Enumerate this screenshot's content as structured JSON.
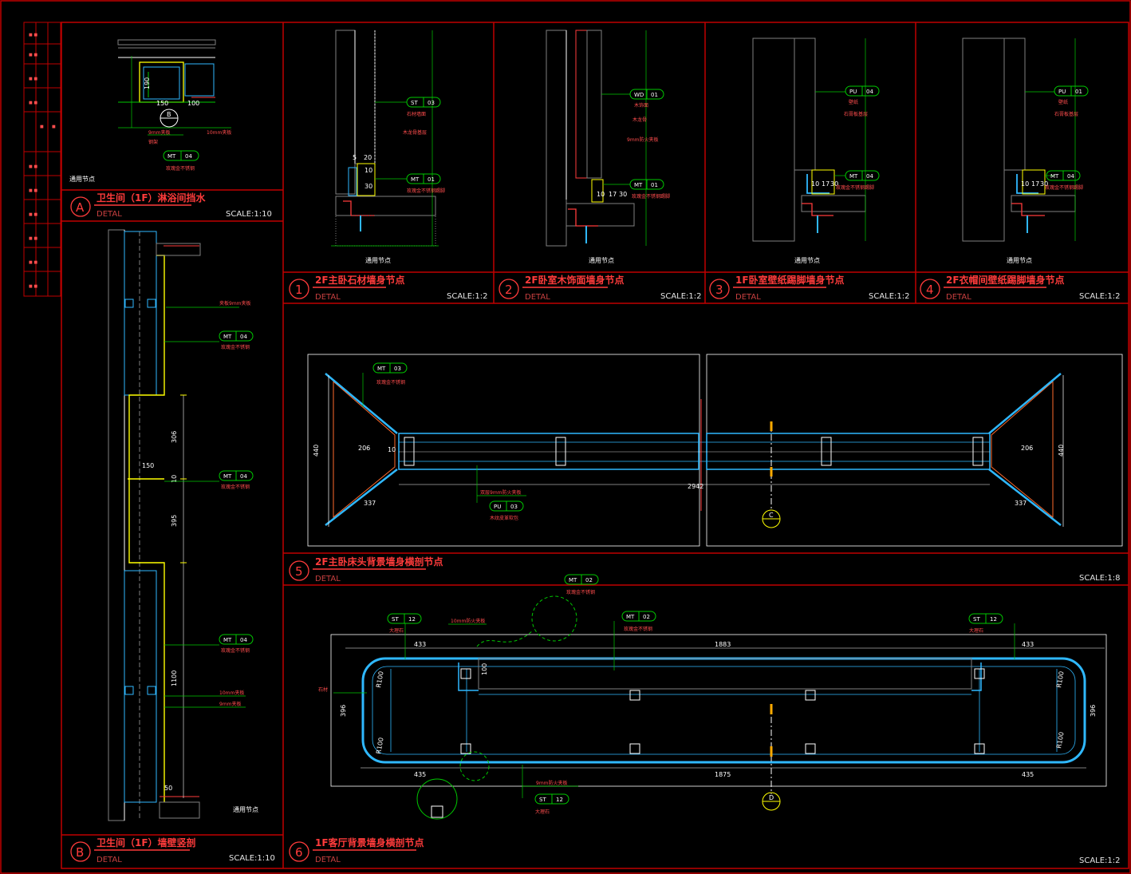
{
  "colors": {
    "frame": "#c00000",
    "title_red": "#ff3b3b",
    "leader_green": "#00c800",
    "wall_cyan": "#2fb8ff",
    "stone_yellow": "#ffff00",
    "dim_white": "#ffffff",
    "grey_line": "#808080"
  },
  "details": {
    "A": {
      "num": "A",
      "title": "卫生间（1F）淋浴间挡水",
      "detail": "DETAL",
      "scale": "SCALE:1:10",
      "general": "通用节点"
    },
    "B": {
      "num": "B",
      "title": "卫生间（1F）墙壁竖剖",
      "detail": "DETAL",
      "scale": "SCALE:1:10",
      "general": "通用节点"
    },
    "d1": {
      "num": "1",
      "title": "2F主卧石材墙身节点",
      "detail": "DETAL",
      "scale": "SCALE:1:2",
      "general": "通用节点"
    },
    "d2": {
      "num": "2",
      "title": "2F卧室木饰面墙身节点",
      "detail": "DETAL",
      "scale": "SCALE:1:2",
      "general": "通用节点"
    },
    "d3": {
      "num": "3",
      "title": "1F卧室壁纸踢脚墙身节点",
      "detail": "DETAL",
      "scale": "SCALE:1:2",
      "general": "通用节点"
    },
    "d4": {
      "num": "4",
      "title": "2F衣帽间壁纸踢脚墙身节点",
      "detail": "DETAL",
      "scale": "SCALE:1:2",
      "general": "通用节点"
    },
    "d5": {
      "num": "5",
      "title": "2F主卧床头背景墙身横剖节点",
      "detail": "DETAL",
      "scale": "SCALE:1:8"
    },
    "d6": {
      "num": "6",
      "title": "1F客厅背景墙身横剖节点",
      "detail": "DETAL",
      "scale": "SCALE:1:2"
    }
  },
  "tags": {
    "A_mt": {
      "code": "MT",
      "num": "04"
    },
    "B_mt1": {
      "code": "MT",
      "num": "04"
    },
    "B_mt2": {
      "code": "MT",
      "num": "04"
    },
    "B_mt3": {
      "code": "MT",
      "num": "04"
    },
    "d1_st": {
      "code": "ST",
      "num": "03"
    },
    "d1_mt": {
      "code": "MT",
      "num": "01"
    },
    "d2_wd": {
      "code": "WD",
      "num": "01"
    },
    "d2_mt": {
      "code": "MT",
      "num": "01"
    },
    "d3_pu": {
      "code": "PU",
      "num": "04"
    },
    "d3_mt": {
      "code": "MT",
      "num": "04"
    },
    "d4_pu": {
      "code": "PU",
      "num": "01"
    },
    "d4_mt": {
      "code": "MT",
      "num": "04"
    },
    "d5_mt": {
      "code": "MT",
      "num": "03"
    },
    "d5_pu": {
      "code": "PU",
      "num": "03"
    },
    "d6_st1": {
      "code": "ST",
      "num": "12"
    },
    "d6_st2": {
      "code": "ST",
      "num": "12"
    },
    "d6_mt1": {
      "code": "MT",
      "num": "02"
    },
    "d6_mt2": {
      "code": "MT",
      "num": "02"
    },
    "d6_st3": {
      "code": "ST",
      "num": "12"
    }
  },
  "notes": {
    "A_9mm": "9mm夹板",
    "A_10mm": "10mm夹板",
    "A_gang": "钢架",
    "A_mt": "玫瑰金不锈钢",
    "B_jiaban": "夹板9mm夹板",
    "B_mt1": "玫瑰金不锈钢",
    "B_mt2": "玫瑰金不锈钢",
    "B_mt3": "玫瑰金不锈钢",
    "B_10mm": "10mm夹板",
    "B_9mm": "9mm夹板",
    "d1_st1": "石材墙面",
    "d1_st2": "木龙骨基层",
    "d1_mt": "玫瑰金不锈钢踢脚",
    "d2_wd1": "木饰面",
    "d2_wd2": "木龙骨",
    "d2_9mm": "9mm防火夹板",
    "d2_mt": "玫瑰金不锈钢踢脚",
    "d3_pu1": "壁纸",
    "d3_pu2": "石膏板基层",
    "d3_mt": "玫瑰金不锈钢踢脚",
    "d4_pu1": "壁纸",
    "d4_pu2": "石膏板基层",
    "d4_mt": "玫瑰金不锈钢踢脚",
    "d5_mt": "玫瑰金不锈钢",
    "d5_9mm": "双层9mm防火夹板",
    "d5_pu": "木纹皮革软包",
    "d6_st1": "大理石",
    "d6_st2": "大理石",
    "d6_10mm": "10mm防火夹板",
    "d6_mt1": "玫瑰金不锈钢",
    "d6_mt2": "玫瑰金不锈钢",
    "d6_side": "石材",
    "d6_9mm": "9mm防火夹板",
    "d6_st3": "大理石"
  },
  "dims": {
    "A_150": "150",
    "A_100": "100",
    "A_190": "190",
    "B_306a": "306",
    "B_150": "150",
    "B_10": "10",
    "B_395": "395",
    "B_1100": "1100",
    "B_50": "50",
    "d1_5": "5",
    "d1_20": "20",
    "d1_30": "30",
    "d1_10": "10",
    "d2_10": "10",
    "d2_17": "17",
    "d2_30": "30",
    "d3_10": "10",
    "d3_17": "17",
    "d3_30": "30",
    "d4_10": "10",
    "d4_17": "17",
    "d4_30": "30",
    "d5_440a": "440",
    "d5_206a": "206",
    "d5_10": "10",
    "d5_337a": "337",
    "d5_2942": "2942",
    "d5_206b": "206",
    "d5_440b": "440",
    "d5_337b": "337",
    "d6_433a": "433",
    "d6_1883": "1883",
    "d6_433b": "433",
    "d6_100": "100",
    "d6_396a": "396",
    "d6_396b": "396",
    "d6_r100a": "R100",
    "d6_r100b": "R100",
    "d6_r100c": "R100",
    "d6_r100d": "R100",
    "d6_435a": "435",
    "d6_1875": "1875",
    "d6_435b": "435"
  },
  "section_marks": {
    "d5": "C",
    "d6": "D",
    "A": "B"
  }
}
